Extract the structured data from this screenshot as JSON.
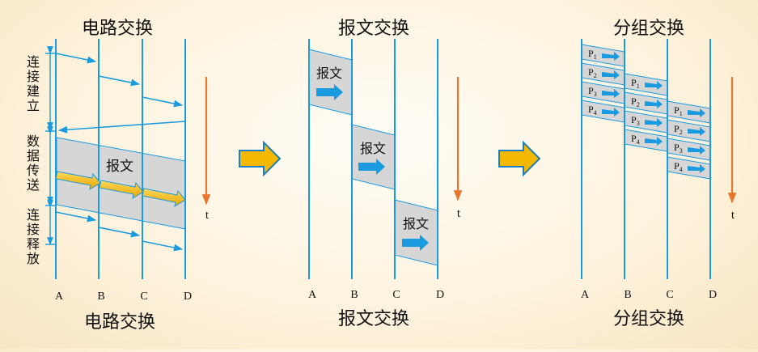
{
  "panels": [
    {
      "title": "电路交换",
      "caption": "电路交换",
      "nodes": [
        "A",
        "B",
        "C",
        "D"
      ],
      "phases": [
        "连接建立",
        "数据传送",
        "连接释放"
      ],
      "message_label": "报文",
      "time_label": "t"
    },
    {
      "title": "报文交换",
      "caption": "报文交换",
      "nodes": [
        "A",
        "B",
        "C",
        "D"
      ],
      "message_label": "报文",
      "time_label": "t"
    },
    {
      "title": "分组交换",
      "caption": "分组交换",
      "nodes": [
        "A",
        "B",
        "C",
        "D"
      ],
      "packets": [
        "P1",
        "P2",
        "P3",
        "P4"
      ],
      "time_label": "t"
    }
  ],
  "colors": {
    "line": "#1a9be0",
    "arrow_gold": "#f5b800",
    "arrow_blue": "#1a9be0",
    "time_arrow": "#e8772e",
    "big_arrow": "#f5b800"
  }
}
